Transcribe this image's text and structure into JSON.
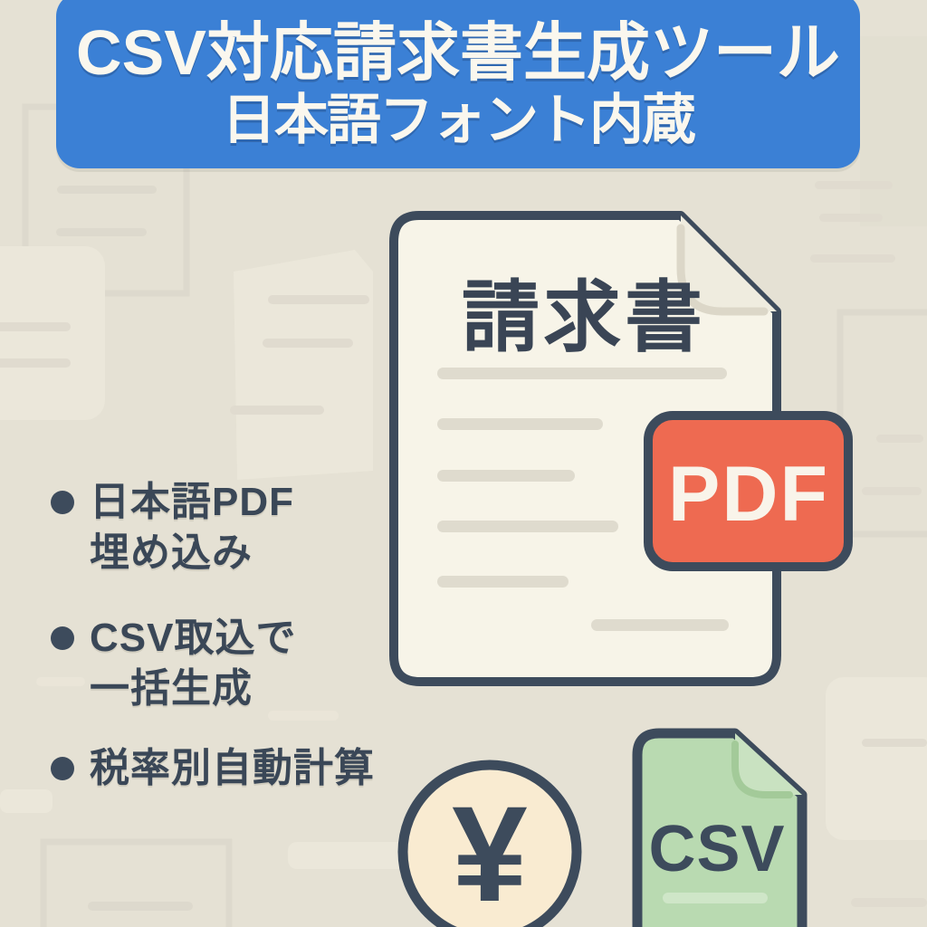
{
  "header": {
    "line1": "CSV対応請求書生成ツール",
    "line2": "日本語フォント内蔵"
  },
  "features": {
    "items": [
      {
        "lines": [
          "日本語PDF",
          "埋め込み"
        ]
      },
      {
        "lines": [
          "CSV取込で",
          "一括生成"
        ]
      },
      {
        "lines": [
          "税率別自動計算"
        ]
      }
    ]
  },
  "illustration": {
    "invoice_document": {
      "title": "請求書",
      "placeholder_lines": 6
    },
    "pdf_badge": {
      "label": "PDF"
    },
    "csv_file": {
      "label": "CSV"
    },
    "yen_coin": {
      "symbol": "¥"
    }
  },
  "colors": {
    "background": "#e5e1d4",
    "banner_blue": "#3b80d5",
    "banner_text": "#faf7ee",
    "ink_slate": "#3d4b5c",
    "body_text": "#3a4757",
    "document_cream": "#f7f4e8",
    "placeholder_gray": "#dfdbce",
    "pdf_coral": "#ee6a51",
    "csv_green": "#b9dab1",
    "csv_underline_green": "#cfe6c8",
    "coin_cream": "#f9ebd1"
  }
}
